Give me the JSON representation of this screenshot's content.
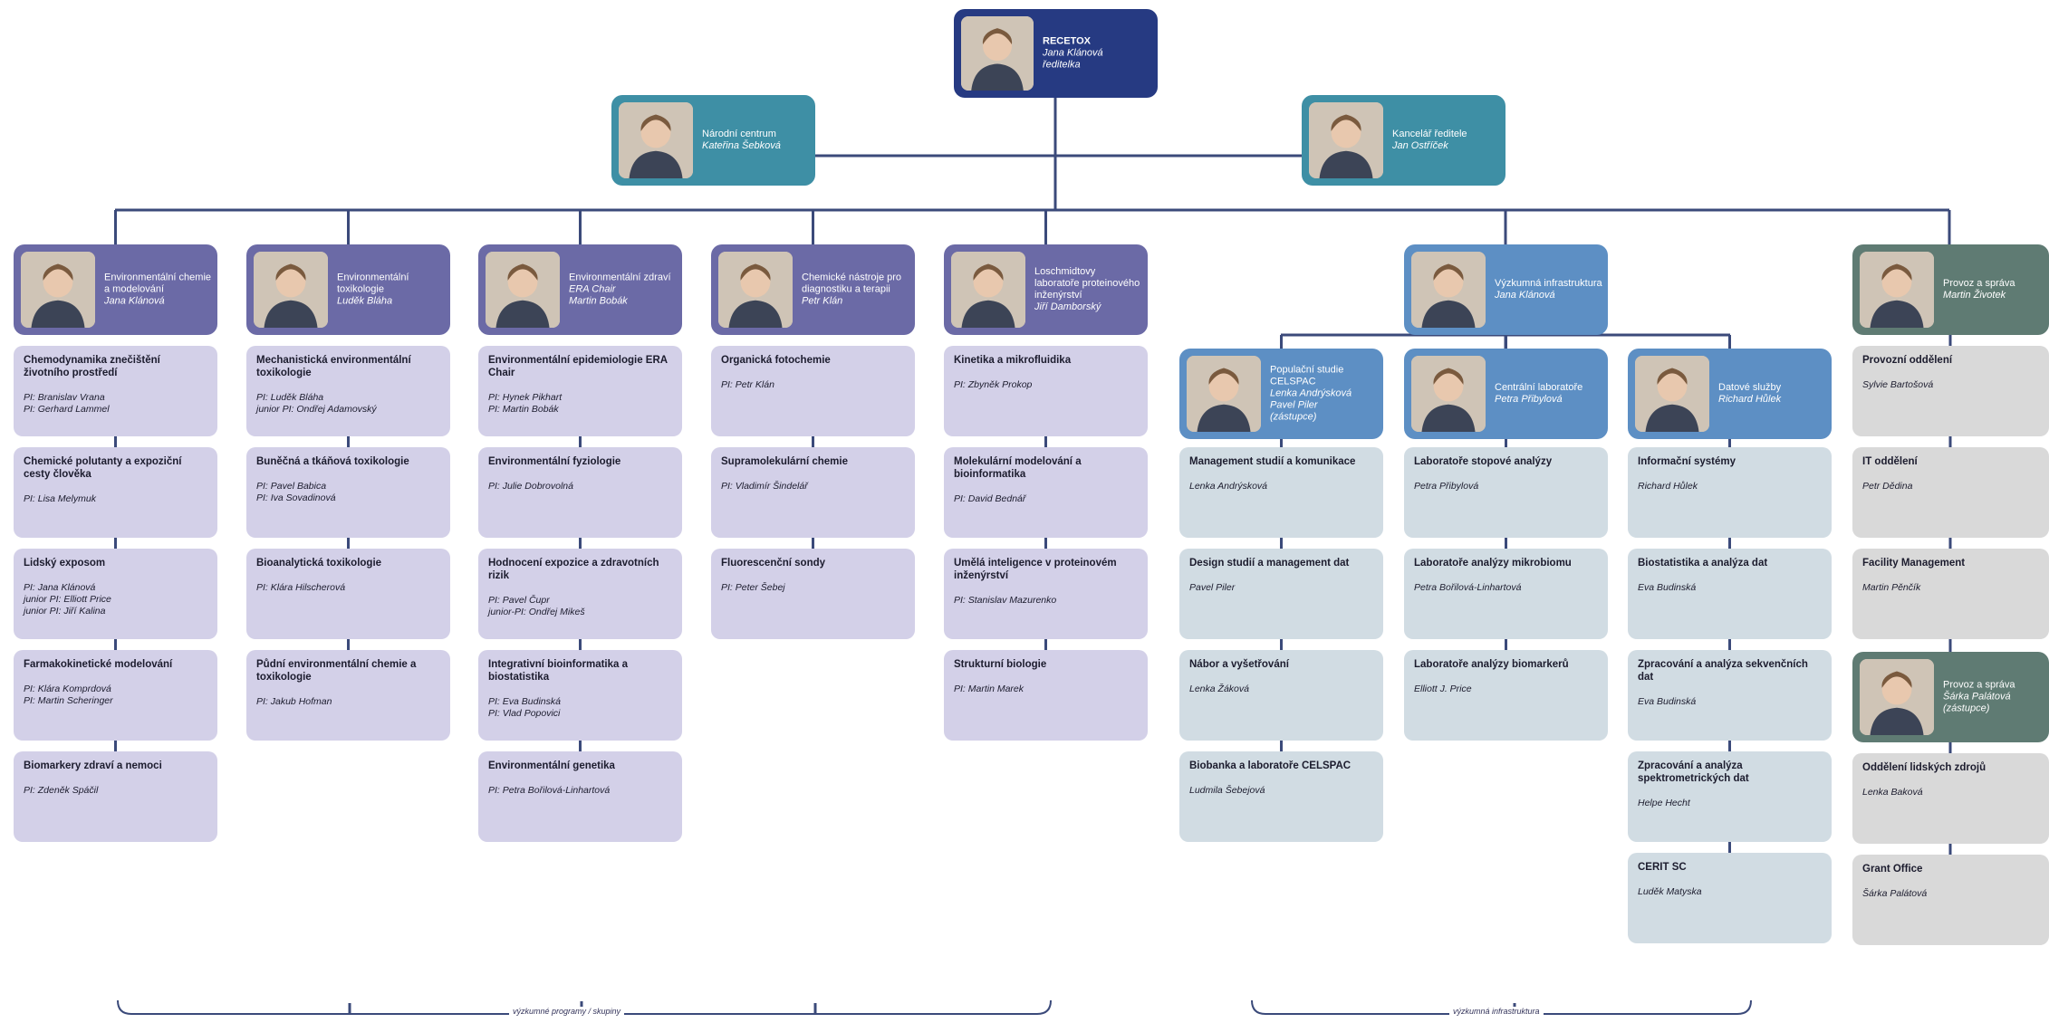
{
  "director": {
    "title": "RECETOX",
    "name": "Jana Klánová",
    "role": "ředitelka"
  },
  "national_center": {
    "title": "Národní centrum",
    "name": "Kateřina Šebková"
  },
  "director_office": {
    "title": "Kancelář ředitele",
    "name": "Jan Ostříček"
  },
  "programs": [
    {
      "title": "Environmentální chemie a modelování",
      "name": "Jana Klánová",
      "cards": [
        {
          "title": "Chemodynamika znečištění životního prostředí",
          "people": [
            "PI: Branislav Vrana",
            "PI: Gerhard Lammel"
          ]
        },
        {
          "title": "Chemické polutanty a expoziční cesty člověka",
          "people": [
            "PI: Lisa Melymuk"
          ]
        },
        {
          "title": "Lidský exposom",
          "people": [
            "PI: Jana Klánová",
            "junior PI: Elliott Price",
            "junior PI: Jiří Kalina"
          ]
        },
        {
          "title": "Farmakokinetické modelování",
          "people": [
            "PI: Klára Komprdová",
            "PI: Martin Scheringer"
          ]
        },
        {
          "title": "Biomarkery zdraví a nemoci",
          "people": [
            "PI: Zdeněk Spáčil"
          ]
        }
      ]
    },
    {
      "title": "Environmentální toxikologie",
      "name": "Luděk Bláha",
      "cards": [
        {
          "title": "Mechanistická environmentální toxikologie",
          "people": [
            "PI: Luděk Bláha",
            "junior PI: Ondřej Adamovský"
          ]
        },
        {
          "title": "Buněčná a tkáňová toxikologie",
          "people": [
            "PI: Pavel Babica",
            "PI: Iva Sovadinová"
          ]
        },
        {
          "title": "Bioanalytická toxikologie",
          "people": [
            "PI: Klára Hilscherová"
          ]
        },
        {
          "title": "Půdní environmentální chemie a toxikologie",
          "people": [
            "PI: Jakub Hofman"
          ]
        }
      ]
    },
    {
      "title": "Environmentální zdraví",
      "name": "ERA Chair",
      "name2": "Martin Bobák",
      "cards": [
        {
          "title": "Environmentální epidemiologie ERA Chair",
          "people": [
            "PI: Hynek Pikhart",
            "PI: Martin Bobák"
          ]
        },
        {
          "title": "Environmentální fyziologie",
          "people": [
            "PI: Julie Dobrovolná"
          ]
        },
        {
          "title": "Hodnocení expozice a zdravotních rizik",
          "people": [
            "PI: Pavel Čupr",
            "junior-PI: Ondřej Mikeš"
          ]
        },
        {
          "title": "Integrativní bioinformatika a biostatistika",
          "people": [
            "PI: Eva Budinská",
            "PI: Vlad Popovici"
          ]
        },
        {
          "title": "Environmentální genetika",
          "people": [
            "PI: Petra Bořilová-Linhartová"
          ]
        }
      ]
    },
    {
      "title": "Chemické nástroje pro diagnostiku a terapii",
      "name": "Petr Klán",
      "cards": [
        {
          "title": "Organická fotochemie",
          "people": [
            "PI: Petr Klán"
          ]
        },
        {
          "title": "Supramolekulární chemie",
          "people": [
            "PI: Vladimír Šindelář"
          ]
        },
        {
          "title": "Fluorescenční sondy",
          "people": [
            "PI: Peter Šebej"
          ]
        }
      ]
    },
    {
      "title": "Loschmidtovy laboratoře proteinového inženýrství",
      "name": "Jiří Damborský",
      "cards": [
        {
          "title": "Kinetika a mikrofluidika",
          "people": [
            "PI: Zbyněk Prokop"
          ]
        },
        {
          "title": "Molekulární modelování a bioinformatika",
          "people": [
            "PI: David Bednář"
          ]
        },
        {
          "title": "Umělá inteligence v proteinovém inženýrství",
          "people": [
            "PI: Stanislav Mazurenko"
          ]
        },
        {
          "title": "Strukturní biologie",
          "people": [
            "PI: Martin Marek"
          ]
        }
      ]
    }
  ],
  "infrastructure": {
    "title": "Výzkumná infrastruktura",
    "name": "Jana Klánová"
  },
  "infra_units": [
    {
      "title": "Populační studie CELSPAC",
      "name": "Lenka Andrýsková",
      "name2": "Pavel Piler",
      "role": "(zástupce)",
      "cards": [
        {
          "title": "Management studií a komunikace",
          "people": [
            "Lenka Andrýsková"
          ]
        },
        {
          "title": "Design studií a management dat",
          "people": [
            "Pavel Piler"
          ]
        },
        {
          "title": "Nábor a vyšetřování",
          "people": [
            "Lenka Žáková"
          ]
        },
        {
          "title": "Biobanka a laboratoře CELSPAC",
          "people": [
            "Ludmila Šebejová"
          ]
        }
      ]
    },
    {
      "title": "Centrální laboratoře",
      "name": "Petra Přibylová",
      "cards": [
        {
          "title": "Laboratoře stopové analýzy",
          "people": [
            "Petra Přibylová"
          ]
        },
        {
          "title": "Laboratoře analýzy mikrobiomu",
          "people": [
            "Petra Bořilová-Linhartová"
          ]
        },
        {
          "title": "Laboratoře analýzy biomarkerů",
          "people": [
            "Elliott J. Price"
          ]
        }
      ]
    },
    {
      "title": "Datové služby",
      "name": "Richard Hůlek",
      "cards": [
        {
          "title": "Informační systémy",
          "people": [
            "Richard Hůlek"
          ]
        },
        {
          "title": "Biostatistika a analýza dat",
          "people": [
            "Eva Budinská"
          ]
        },
        {
          "title": "Zpracování a analýza sekvenčních dat",
          "people": [
            "Eva Budinská"
          ]
        },
        {
          "title": "Zpracování a analýza spektrometrických dat",
          "people": [
            "Helpe Hecht"
          ]
        },
        {
          "title": "CERIT SC",
          "people": [
            "Luděk Matyska"
          ]
        }
      ]
    }
  ],
  "operations": {
    "title": "Provoz a správa",
    "name": "Martin Životek",
    "cards": [
      {
        "title": "Provozní oddělení",
        "people": [
          "Sylvie Bartošová"
        ]
      },
      {
        "title": "IT oddělení",
        "people": [
          "Petr Dědina"
        ]
      },
      {
        "title": "Facility Management",
        "people": [
          "Martin Pěnčík"
        ]
      }
    ]
  },
  "operations2": {
    "title": "Provoz a správa",
    "name": "Šárka Palátová",
    "role": "(zástupce)",
    "cards": [
      {
        "title": "Oddělení lidských zdrojů",
        "people": [
          "Lenka Baková"
        ]
      },
      {
        "title": "Grant Office",
        "people": [
          "Šárka Palátová"
        ]
      }
    ]
  },
  "footer": {
    "programs_label": "výzkumné programy / skupiny",
    "infra_label": "výzkumná infrastruktura"
  },
  "colors": {
    "dark": "#263a82",
    "teal": "#3e8fa5",
    "purple": "#6b6aa6",
    "blue": "#5d8fc4",
    "gray": "#5f7b73",
    "line": "#3b4a7a"
  }
}
